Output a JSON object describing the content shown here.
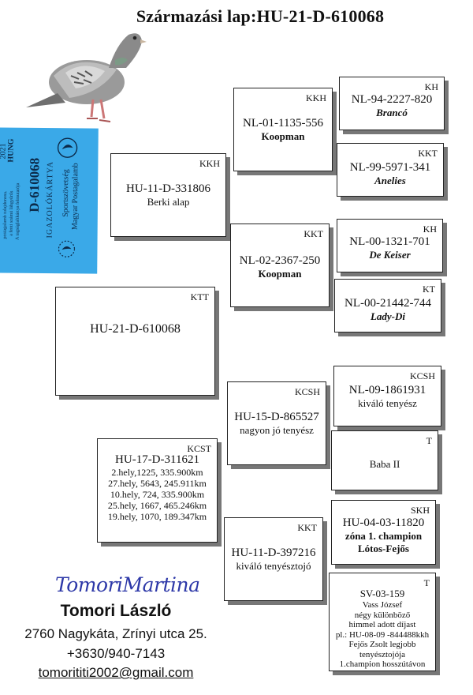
{
  "title": "Származási lap:HU-21-D-610068",
  "card": {
    "country": "HUNG",
    "year": "2021",
    "ring": "D-610068",
    "type": "IGAZOLÓKÁRTYA",
    "org_line1": "Magyar Postagalamb",
    "org_line2": "Sportszövetség",
    "note_line1": "A tagságlaltkártya felmutatója",
    "note_line2": "a fenti számú lábgyűrűs",
    "note_line3": "postagalamb tulajdonosa."
  },
  "boxes": {
    "main": {
      "code": "KTT",
      "ring": "HU-21-D-610068"
    },
    "f": {
      "code": "KKH",
      "ring": "HU-11-D-331806",
      "name": "Berki alap"
    },
    "ff": {
      "code": "KKH",
      "ring": "NL-01-1135-556",
      "name": "Koopman"
    },
    "fff": {
      "code": "KH",
      "ring": "NL-94-2227-820",
      "name": "Brancó"
    },
    "ffm": {
      "code": "KKT",
      "ring": "NL-99-5971-341",
      "name": "Anelies"
    },
    "fm": {
      "code": "KKT",
      "ring": "NL-02-2367-250",
      "name": "Koopman"
    },
    "fmf": {
      "code": "KH",
      "ring": "NL-00-1321-701",
      "name": "De Keiser"
    },
    "fmm": {
      "code": "KT",
      "ring": "NL-00-21442-744",
      "name": "Lady-Di"
    },
    "m": {
      "code": "KCST",
      "ring": "HU-17-D-311621",
      "results": [
        "2.hely,1225, 335.900km",
        "27.hely, 5643, 245.911km",
        "10.hely, 724, 335.900km",
        "25.hely, 1667, 465.246km",
        "19.hely, 1070, 189.347km"
      ]
    },
    "mf": {
      "code": "KCSH",
      "ring": "HU-15-D-865527",
      "name": "nagyon jó tenyész"
    },
    "mff": {
      "code": "KCSH",
      "ring": "NL-09-1861931",
      "name": "kiváló tenyész"
    },
    "mfm": {
      "code": "T",
      "name": "Baba II"
    },
    "mm": {
      "code": "KKT",
      "ring": "HU-11-D-397216",
      "name": "kiváló tenyésztojó"
    },
    "mmf": {
      "code": "SKH",
      "ring": "HU-04-03-11820",
      "name1": "zóna 1. champion",
      "name2": "Lótos-Fejős"
    },
    "mmm": {
      "code": "T",
      "ring": "SV-03-159",
      "lines": [
        "Vass József",
        "négy különböző",
        "himmel adott díjast",
        "pl.: HU-08-09 -844488kkh",
        "Fejős Zsolt legjobb",
        "tenyésztojója",
        "1.champion hosszútávon"
      ]
    }
  },
  "owner": {
    "signature": "TomoriMartina",
    "name": "Tomori László",
    "address": "2760 Nagykáta, Zrínyi utca 25.",
    "phone": "+3630/940-7143",
    "email": "tomorititi2002@gmail.com"
  }
}
